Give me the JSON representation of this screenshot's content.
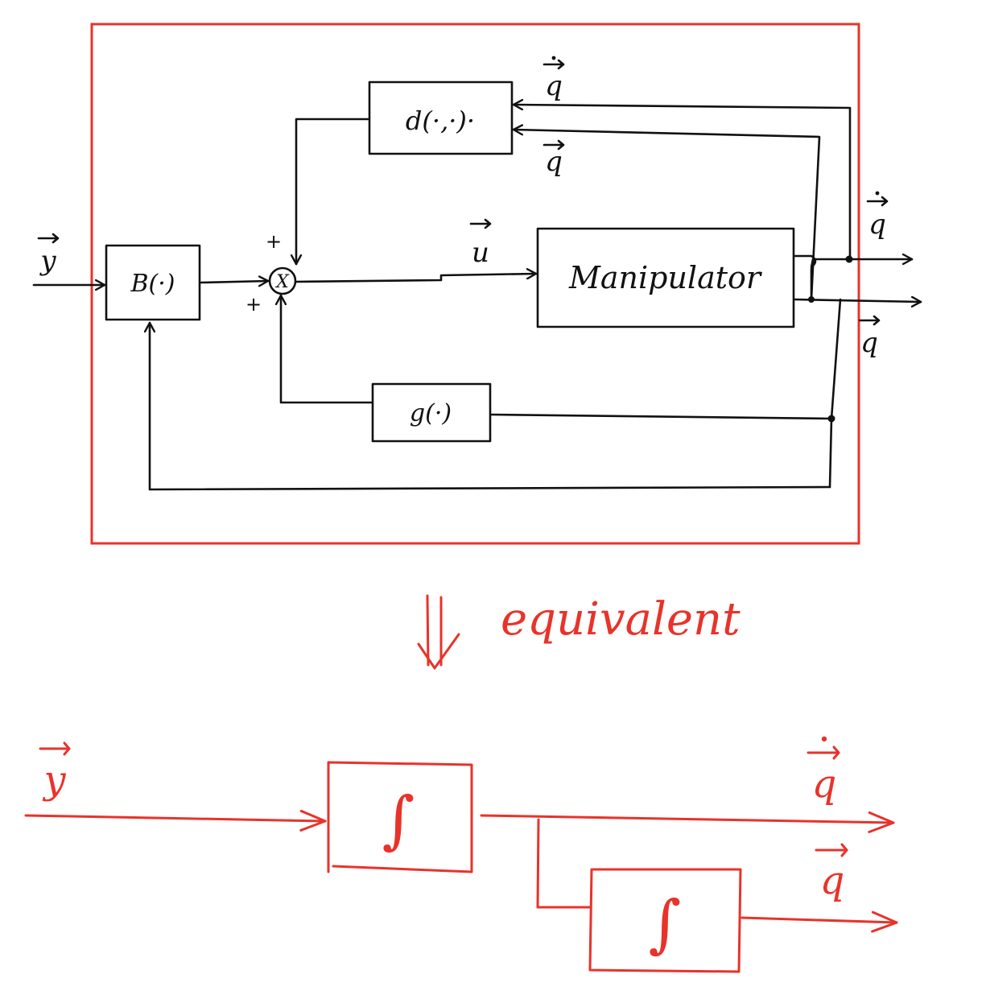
{
  "top": {
    "blocks": {
      "d": "d(·,·)·",
      "b": "B(·)",
      "g": "g(·)",
      "manipulator": "Manipulator"
    },
    "junction_symbol": "X",
    "signs": [
      "+",
      "+"
    ],
    "signals": {
      "input": "y",
      "control": "u",
      "qdot_feedback": "q",
      "q_feedback": "q",
      "out_qdot": "q",
      "out_q": "q"
    }
  },
  "middle": {
    "arrow_glyph": "⇓",
    "word": "equivalent"
  },
  "bottom": {
    "integrator1": "∫",
    "integrator2": "∫",
    "signals": {
      "input": "y",
      "out_qdot": "q",
      "out_q": "q"
    }
  },
  "colors": {
    "ink": "#111111",
    "accent": "#e8332a"
  }
}
